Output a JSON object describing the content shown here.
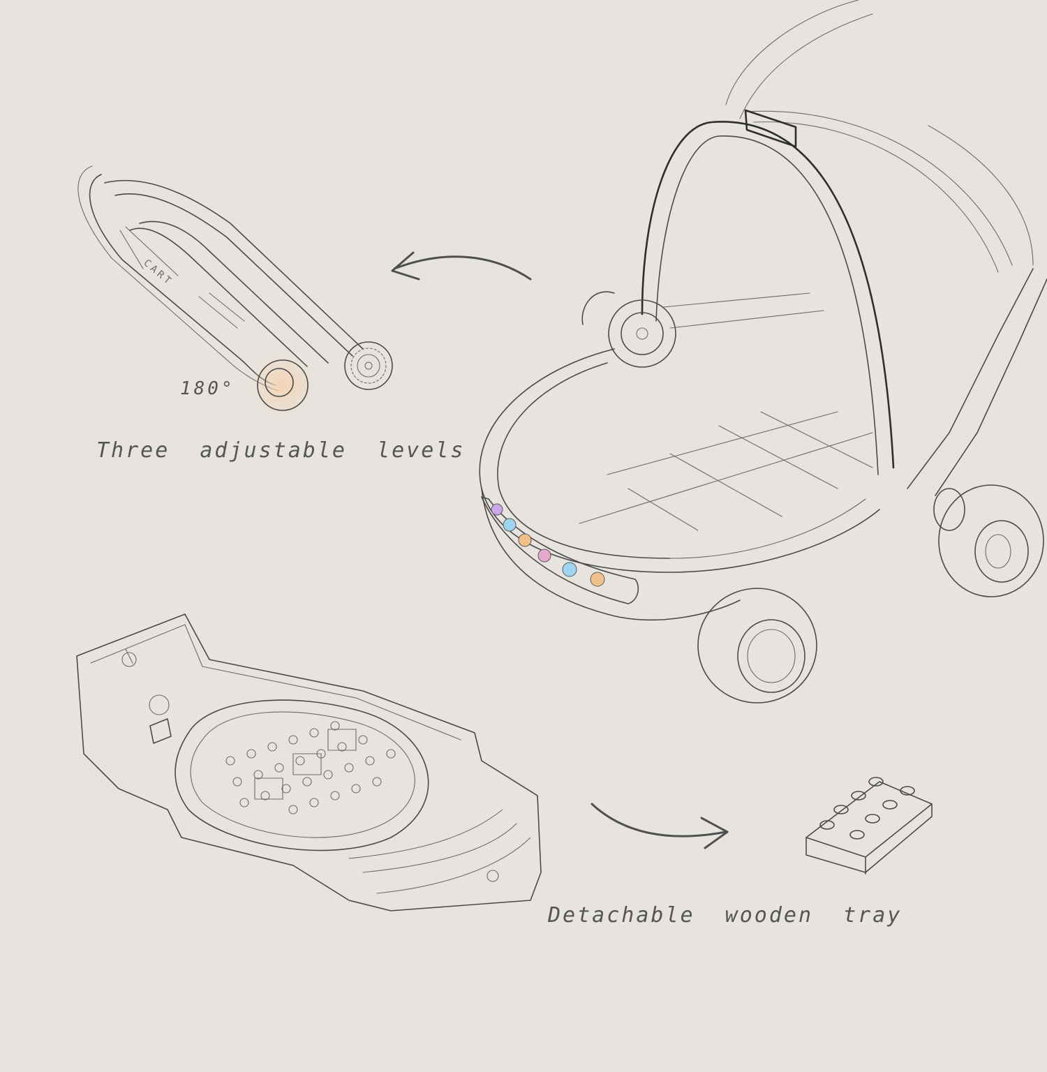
{
  "labels": {
    "angle": "180°",
    "levels": "Three adjustable levels",
    "tray": "Detachable wooden tray"
  },
  "handle_text": "CART",
  "colors": {
    "background": "#e7e4df",
    "line": "#4a4a4a",
    "light_purple": "#c9a7e8",
    "light_blue": "#9fd4ef",
    "light_orange": "#f0c08a",
    "light_pink": "#e5a9cf"
  },
  "lights": [
    "light_purple",
    "light_blue",
    "light_orange",
    "light_pink",
    "light_blue",
    "light_orange"
  ]
}
